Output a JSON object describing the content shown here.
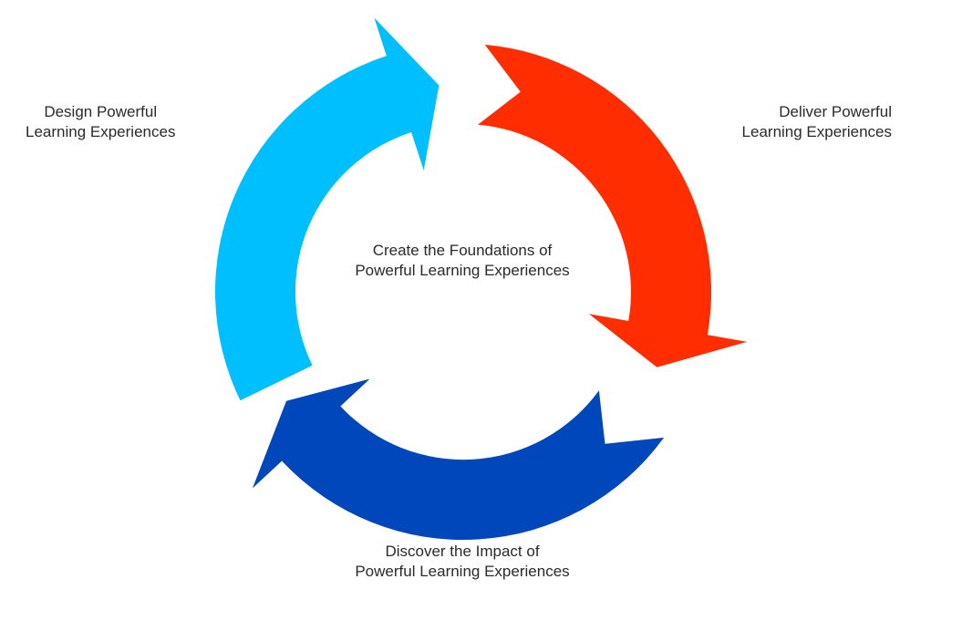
{
  "diagram": {
    "type": "cycle",
    "center_label": {
      "line1": "Create the Foundations of",
      "line2": "Powerful Learning Experiences"
    },
    "stages": [
      {
        "id": "design",
        "line1": "Design Powerful",
        "line2": "Learning Experiences",
        "color": "#00BFFF",
        "next": "deliver"
      },
      {
        "id": "deliver",
        "line1": "Deliver Powerful",
        "line2": "Learning Experiences",
        "color": "#FF2D00",
        "next": "discover"
      },
      {
        "id": "discover",
        "line1": "Discover the Impact of",
        "line2": "Powerful Learning Experiences",
        "color": "#0047BB",
        "next": "design"
      }
    ],
    "direction": "clockwise"
  }
}
